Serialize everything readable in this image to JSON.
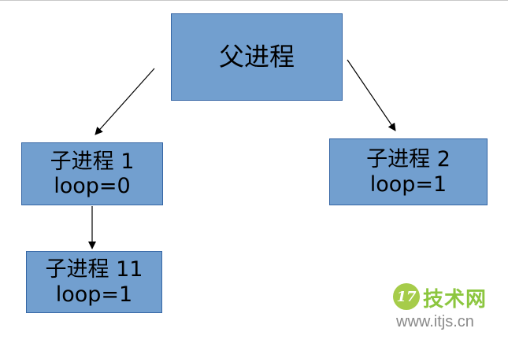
{
  "nodes": {
    "parent": {
      "line1": "父进程"
    },
    "child1": {
      "line1": "子进程 1",
      "line2": "loop=0"
    },
    "child2": {
      "line1": "子进程 2",
      "line2": "loop=1"
    },
    "child11": {
      "line1": "子进程 11",
      "line2": "loop=1"
    }
  },
  "edges": [
    {
      "from": "parent",
      "to": "child1"
    },
    {
      "from": "parent",
      "to": "child2"
    },
    {
      "from": "child1",
      "to": "child11"
    }
  ],
  "watermark": {
    "logo_text": "17",
    "name": "技术网",
    "url": "www.itjs.cn"
  },
  "colors": {
    "node_fill": "#729fcf",
    "node_border": "#3465a4",
    "arrow": "#000000"
  }
}
